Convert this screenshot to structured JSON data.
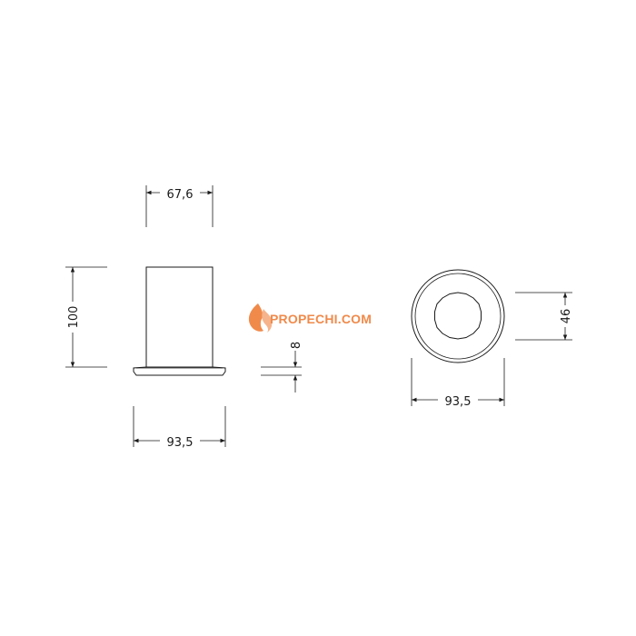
{
  "colors": {
    "line": "#1a1a1a",
    "brand_orange": "#f08a4b",
    "brand_light": "#f6b48c"
  },
  "logo": {
    "icon": "flame-icon",
    "text_pro": "PRO",
    "text_pechi": "PECHI",
    "text_com": ".COM"
  },
  "dimensions": {
    "top_width": "67,6",
    "height": "100",
    "base_width": "93,5",
    "flange_thickness": "8",
    "outer_diameter": "93,5",
    "inner_diameter": "46"
  }
}
